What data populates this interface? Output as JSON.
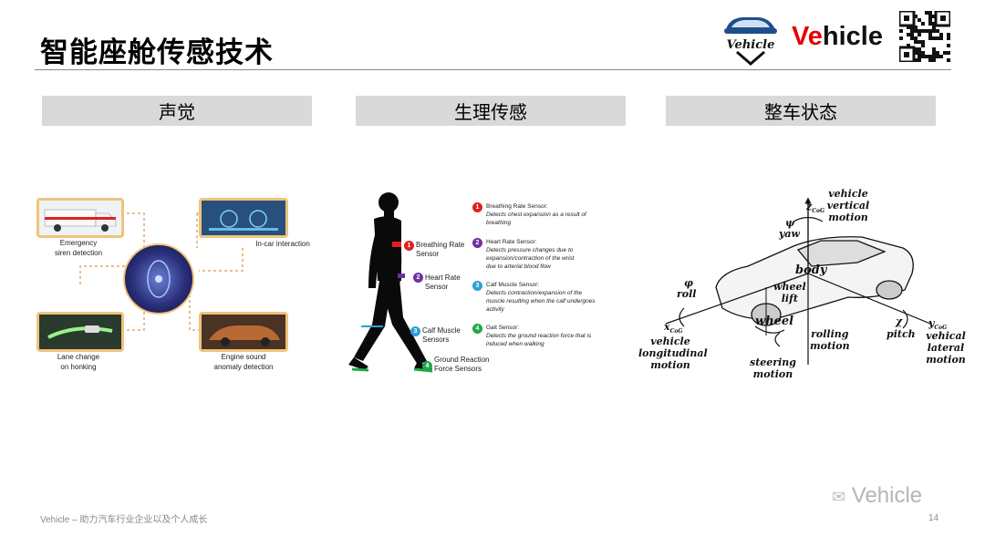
{
  "title": "智能座舱传感技术",
  "logo": {
    "emblem_text": "Vehicle",
    "brand_ve": "Ve",
    "brand_rest": "hicle"
  },
  "columns": [
    {
      "label": "声觉"
    },
    {
      "label": "生理传感"
    },
    {
      "label": "整车状态"
    }
  ],
  "acoustic": {
    "emergency": [
      "Emergency",
      "siren detection"
    ],
    "in_car": "In-car interaction",
    "lane": [
      "Lane change",
      "on honking"
    ],
    "engine": [
      "Engine sound",
      "anomaly detection"
    ]
  },
  "physio": {
    "body_labels": {
      "breathing": [
        "Breathing Rate",
        "Sensor"
      ],
      "heart": [
        "Heart Rate",
        "Sensor"
      ],
      "calf": [
        "Calf Muscle",
        "Sensors"
      ],
      "gait": [
        "Ground Reaction",
        "Force Sensors"
      ]
    },
    "legend": [
      {
        "num": "1",
        "color": "#e02020",
        "title": "Breathing Rate Sensor:",
        "desc": [
          "Detects chest expansion as a result of",
          "breathing"
        ]
      },
      {
        "num": "2",
        "color": "#7030a0",
        "title": "Heart Rate Sensor:",
        "desc": [
          "Detects pressure changes due to",
          "expansion/contraction of the wrist",
          "due to arterial blood flow"
        ]
      },
      {
        "num": "3",
        "color": "#2e9fd8",
        "title": "Calf Muscle Sensor:",
        "desc": [
          "Detects contraction/expansion of the",
          "muscle resulting when the calf undergoes",
          "activity"
        ]
      },
      {
        "num": "4",
        "color": "#22a84a",
        "title": "Gait Sensor:",
        "desc": [
          "Detects the ground reaction force that is",
          "induced when walking"
        ]
      }
    ]
  },
  "vehicle": {
    "vertical": [
      "vehicle",
      "vertical",
      "motion"
    ],
    "z": "z",
    "z_sub": "CoG",
    "psi": "ψ",
    "yaw": "yaw",
    "phi": "φ",
    "roll": "roll",
    "body": "body",
    "wheel_lift": [
      "wheel",
      "lift"
    ],
    "wheel": "wheel",
    "x": "x",
    "x_sub": "CoG",
    "longitudinal": [
      "vehicle",
      "longitudinal",
      "motion"
    ],
    "rolling": [
      "rolling",
      "motion"
    ],
    "steering": [
      "steering",
      "motion"
    ],
    "chi": "χ",
    "pitch": "pitch",
    "y": "y",
    "y_sub": "CoG",
    "lateral": [
      "vehical",
      "lateral",
      "motion"
    ]
  },
  "footer": "Vehicle – 助力汽车行业企业以及个人成长",
  "page_number": "14",
  "watermark": "Vehicle",
  "colors": {
    "brand_red": "#e60000",
    "header_gray": "#d9d9d9",
    "thumb_border": "#f0c37a"
  }
}
